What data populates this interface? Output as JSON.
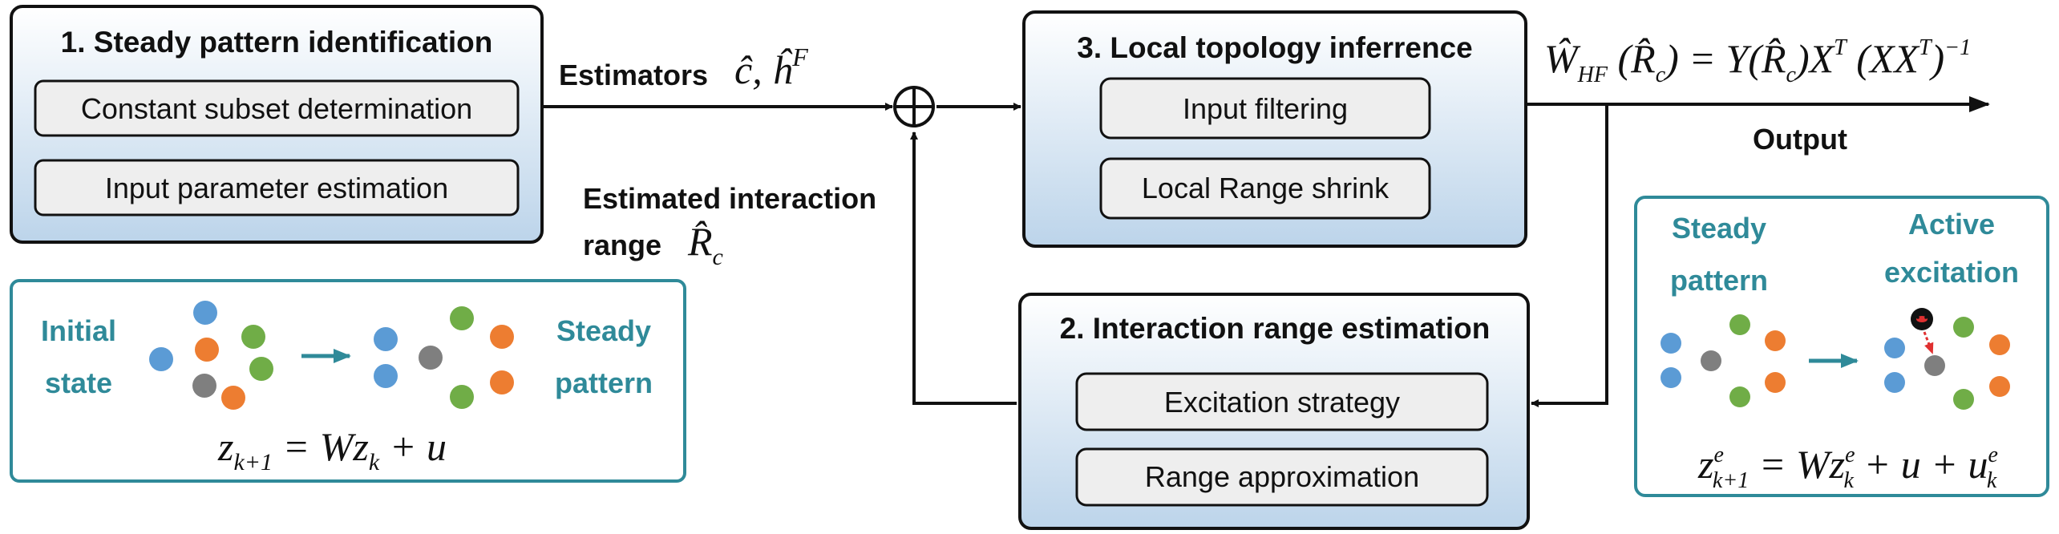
{
  "colors": {
    "teal": "#2f8a99",
    "node_blue": "#5b9bd5",
    "node_orange": "#ed7d31",
    "node_green": "#70ad47",
    "node_gray": "#7f7f7f",
    "box_gradient_top": "#ffffff",
    "box_gradient_bottom": "#bcd4ea"
  },
  "box1": {
    "title": "1. Steady pattern identification",
    "items": [
      "Constant subset determination",
      "Input parameter estimation"
    ]
  },
  "box2": {
    "title": "2. Interaction range estimation",
    "items": [
      "Excitation strategy",
      "Range approximation"
    ]
  },
  "box3": {
    "title": "3. Local topology inferrence",
    "items": [
      "Input filtering",
      "Local Range shrink"
    ]
  },
  "labels": {
    "estimators": "Estimators",
    "estimators_math": "ĉ, ĥ",
    "estimators_sup": "F",
    "interaction_line1": "Estimated interaction",
    "interaction_line2": "range",
    "range_math": "R̂",
    "range_sub": "c",
    "output": "Output",
    "output_formula": "Ŵ_HF (R̂_c) = Y(R̂_c) X^T (X X^T)^−1"
  },
  "inset_left": {
    "initial_line1": "Initial",
    "initial_line2": "state",
    "steady_line1": "Steady",
    "steady_line2": "pattern",
    "equation": "z_{k+1} = W z_k + u"
  },
  "inset_right": {
    "steady_line1": "Steady",
    "steady_line2": "pattern",
    "active_line1": "Active",
    "active_line2": "excitation",
    "equation": "z^e_{k+1} = W z^e_k + u + u^e_k"
  },
  "icons": {
    "sum_node": "circled-plus",
    "excitation": "red-bug-icon"
  }
}
